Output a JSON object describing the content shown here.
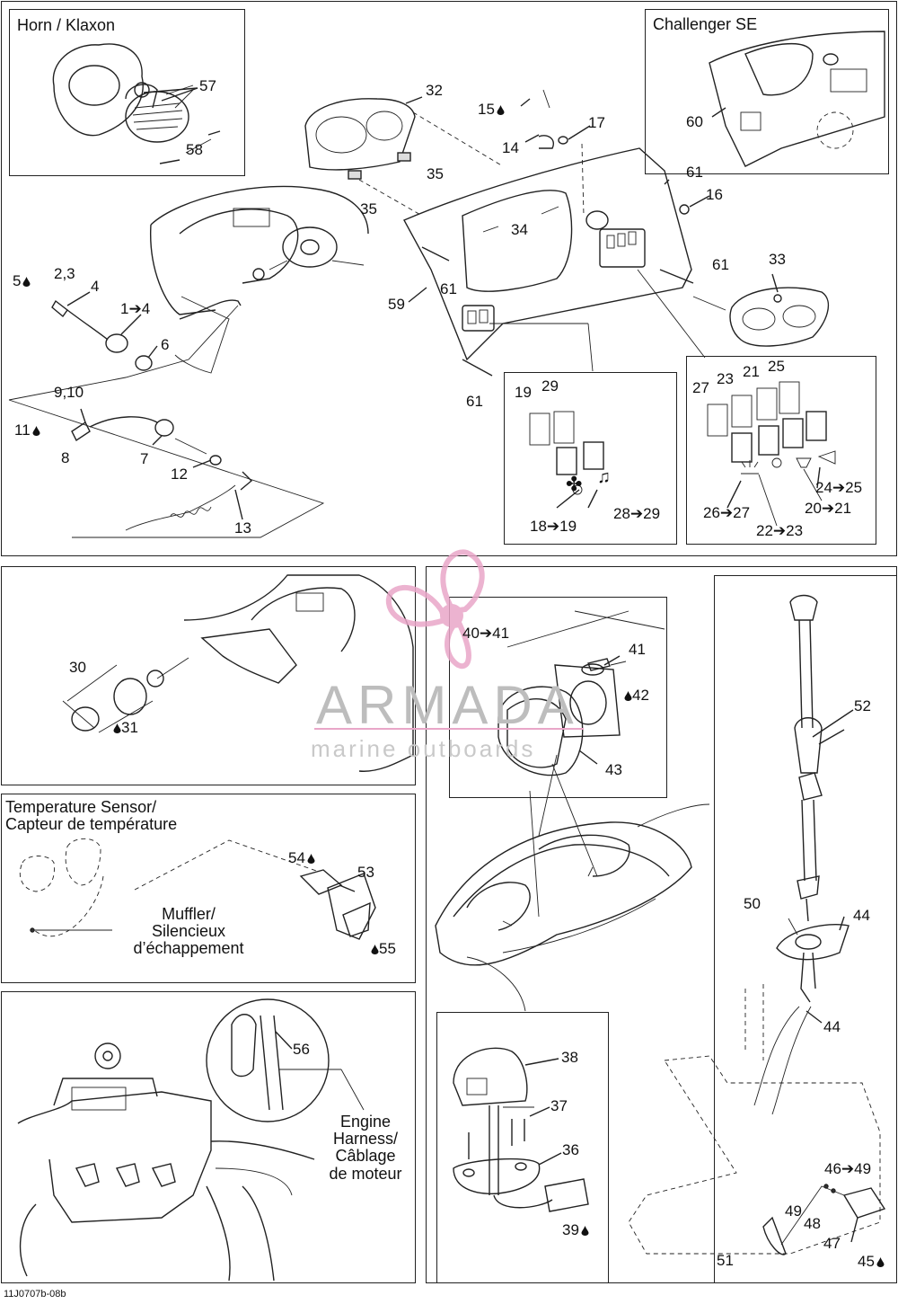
{
  "panels": {
    "horn": {
      "title": "Horn  / Klaxon"
    },
    "challenger": {
      "title": "Challenger SE"
    },
    "temperature": {
      "title_line1": "Temperature Sensor/",
      "title_line2": "Capteur de température"
    },
    "muffler": {
      "line1": "Muffler/",
      "line2": "Silencieux",
      "line3": "d’échappement"
    },
    "engine": {
      "line1": "Engine",
      "line2": "Harness/",
      "line3": "Câblage",
      "line4": "de moteur"
    }
  },
  "watermark": {
    "brand": "ARMADA",
    "tagline": "marine outboards"
  },
  "reference_code": "11J0707b-08b",
  "callouts": {
    "c57": "57",
    "c58": "58",
    "c32": "32",
    "c15": "15",
    "c17": "17",
    "c14": "14",
    "c35a": "35",
    "c35b": "35",
    "c34": "34",
    "c61a": "61",
    "c61b": "61",
    "c61c": "61",
    "c61d": "61",
    "c16": "16",
    "c60": "60",
    "c33": "33",
    "c59": "59",
    "c5": "5",
    "c23x": "2,3",
    "c4": "4",
    "c1to4": "1➔4",
    "c6": "6",
    "c910": "9,10",
    "c11": "11",
    "c8": "8",
    "c7": "7",
    "c12": "12",
    "c13": "13",
    "c19": "19",
    "c29": "29",
    "c18to19": "18➔19",
    "c28to29": "28➔29",
    "c27": "27",
    "c23": "23",
    "c21": "21",
    "c25": "25",
    "c26to27": "26➔27",
    "c24to25": "24➔25",
    "c20to21": "20➔21",
    "c22to23": "22➔23",
    "c30": "30",
    "c31": "31",
    "c40to41": "40➔41",
    "c41": "41",
    "c42": "42",
    "c43": "43",
    "c52": "52",
    "c50": "50",
    "c44a": "44",
    "c44b": "44",
    "c54": "54",
    "c53": "53",
    "c55": "55",
    "c56": "56",
    "c38": "38",
    "c37": "37",
    "c36": "36",
    "c39": "39",
    "c46to49": "46➔49",
    "c49": "49",
    "c48": "48",
    "c47": "47",
    "c51": "51",
    "c45": "45"
  },
  "colors": {
    "watermark_pink": "#e9a6c8",
    "watermark_grey": "#bdbdbd",
    "line": "#222222"
  }
}
